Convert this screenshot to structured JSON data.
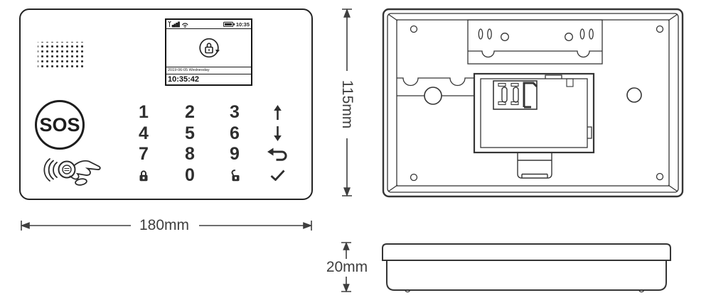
{
  "colors": {
    "line": "#353535",
    "digit": "#2e2e2e",
    "dim_text": "#3f3f3f"
  },
  "front_view": {
    "sos_label": "SOS",
    "screen": {
      "status_time": "10:35",
      "date_text": "2019-06-05 Wednesday",
      "time_text": "10:35:42"
    },
    "keypad": {
      "digits": [
        "1",
        "2",
        "3",
        "4",
        "5",
        "6",
        "7",
        "8",
        "9",
        "0"
      ]
    }
  },
  "dimensions": {
    "width": "180mm",
    "height": "115mm",
    "depth": "20mm"
  }
}
